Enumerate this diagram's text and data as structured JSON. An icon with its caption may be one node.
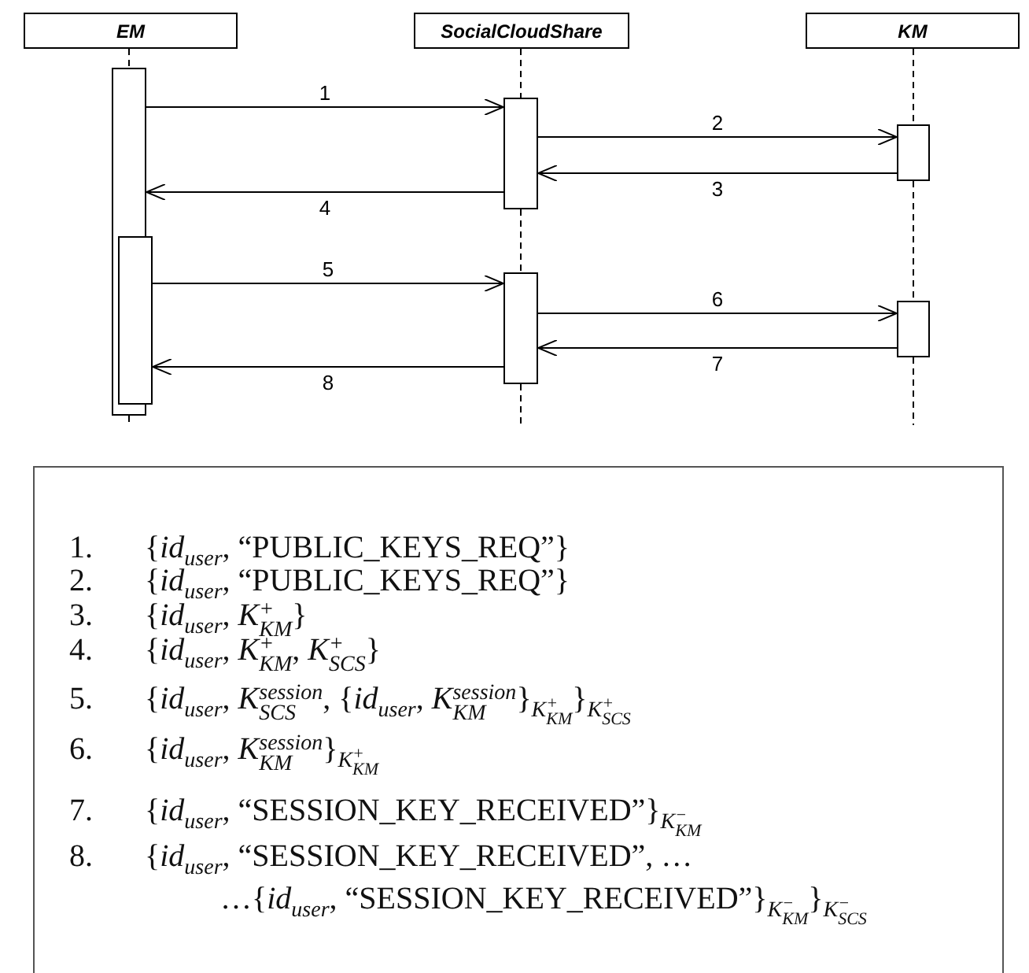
{
  "diagram": {
    "nodes": [
      {
        "text": [
          "EM"
        ]
      },
      {
        "text": [
          "SocialCloudShare"
        ]
      },
      {
        "text": [
          "KM"
        ]
      },
      {
        "text": [],
        "shape": "bar"
      },
      {
        "text": [],
        "shape": "bar"
      },
      {
        "text": [],
        "shape": "bar"
      },
      {
        "text": [],
        "shape": "bar"
      },
      {
        "text": [],
        "shape": "bar"
      },
      {
        "text": [],
        "shape": "bar"
      },
      {
        "text": [
          "1.",
          "{*id*$_{user}$, “PUBLIC_KEYS_REQ”}",
          "2.",
          "{*id*$_{user}$, “PUBLIC_KEYS_REQ”}",
          "3.",
          "{*id*$_{user}$, *K*$^{+}$$_{KM}$}",
          "4.",
          "{*id*$_{user}$, *K*$^{+}$$_{KM}$, *K*$^{+}$$_{SCS}$}",
          "5.",
          "{*id*$_{user}$, *K*$^{session}$$_{SCS}$, {*id*$_{user}$, *K*$^{session}$$_{KM}$}$_{K}$$^{+}$$_{KM}$}$_{K}$$^{+}$$_{SCS}$",
          "6.",
          "{*id*$_{user}$, *K*$^{session}$$_{KM}$}$_{K}$$^{+}$$_{KM}$",
          "7.",
          "{*id*$_{user}$, “SESSION_KEY_RECEIVED”}$_{K}$$^{−}$$_{KM}$",
          "8.",
          "{*id*$_{user}$, “SESSION_KEY_RECEIVED”, … …{*id*$_{user}$, “SESSION_KEY_RECEIVED”}$_{K}$$^{−}$$_{KM}$}$_{K}$$^{−}$$_{SCS}$"
        ]
      }
    ],
    "edges": [
      {
        "from": 0,
        "to": 3,
        "arrow": "none",
        "style": "dashed"
      },
      {
        "from": 3,
        "to": null,
        "arrow": "none",
        "style": "dashed"
      },
      {
        "from": 1,
        "to": 5,
        "arrow": "none",
        "style": "dashed"
      },
      {
        "from": 5,
        "to": 6,
        "arrow": "none",
        "style": "dashed"
      },
      {
        "from": 6,
        "to": null,
        "arrow": "none",
        "style": "dashed"
      },
      {
        "from": 2,
        "to": 7,
        "arrow": "none",
        "style": "dashed"
      },
      {
        "from": 7,
        "to": 8,
        "arrow": "none",
        "style": "dashed"
      },
      {
        "from": 8,
        "to": null,
        "arrow": "none",
        "style": "dashed"
      },
      {
        "from": 3,
        "to": 5,
        "arrow": "to",
        "label": "1"
      },
      {
        "from": 5,
        "to": 7,
        "arrow": "to",
        "label": "2"
      },
      {
        "from": 7,
        "to": 5,
        "arrow": "to",
        "label": "3"
      },
      {
        "from": 5,
        "to": 3,
        "arrow": "to",
        "label": "4"
      },
      {
        "from": 4,
        "to": 6,
        "arrow": "to",
        "label": "5"
      },
      {
        "from": 6,
        "to": 8,
        "arrow": "to",
        "label": "6"
      },
      {
        "from": 8,
        "to": 6,
        "arrow": "to",
        "label": "7"
      },
      {
        "from": 6,
        "to": 4,
        "arrow": "to",
        "label": "8"
      }
    ]
  }
}
